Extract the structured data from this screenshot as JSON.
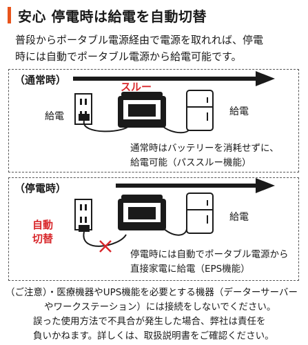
{
  "header": {
    "title": "安心 停電時は給電を自動切替"
  },
  "intro": {
    "line1": "普段からポータブル電源経由で電源を取れれば、停電",
    "line2": "時には自動でポータブル電源から給電可能です。"
  },
  "normal": {
    "label": "（通常時）",
    "left_label": "給電",
    "through_label": "スルー",
    "right_label": "給電",
    "caption_line1": "通常時はバッテリーを消耗せずに、",
    "caption_line2": "給電可能（パススルー機能）"
  },
  "outage": {
    "label": "（停電時）",
    "switch_label_line1": "自動",
    "switch_label_line2": "切替",
    "right_label": "給電",
    "caption_line1": "停電時には自動でポータブル電源から",
    "caption_line2": "直接家電に給電（EPS機能）"
  },
  "caution": {
    "line1": "（ご注意）・医療機器やUPS機能を必要とする機器（データーサーバー",
    "line2": "やワークステーション）には接続をしないでください。",
    "line3": "誤った使用方法で不具合が発生した場合、弊社は責任を",
    "line4": "負いかねます。詳しくは、取扱説明書をご確認ください。"
  },
  "colors": {
    "accent": "#e8541b",
    "red": "#d8272b",
    "ink": "#1a1a1a"
  }
}
